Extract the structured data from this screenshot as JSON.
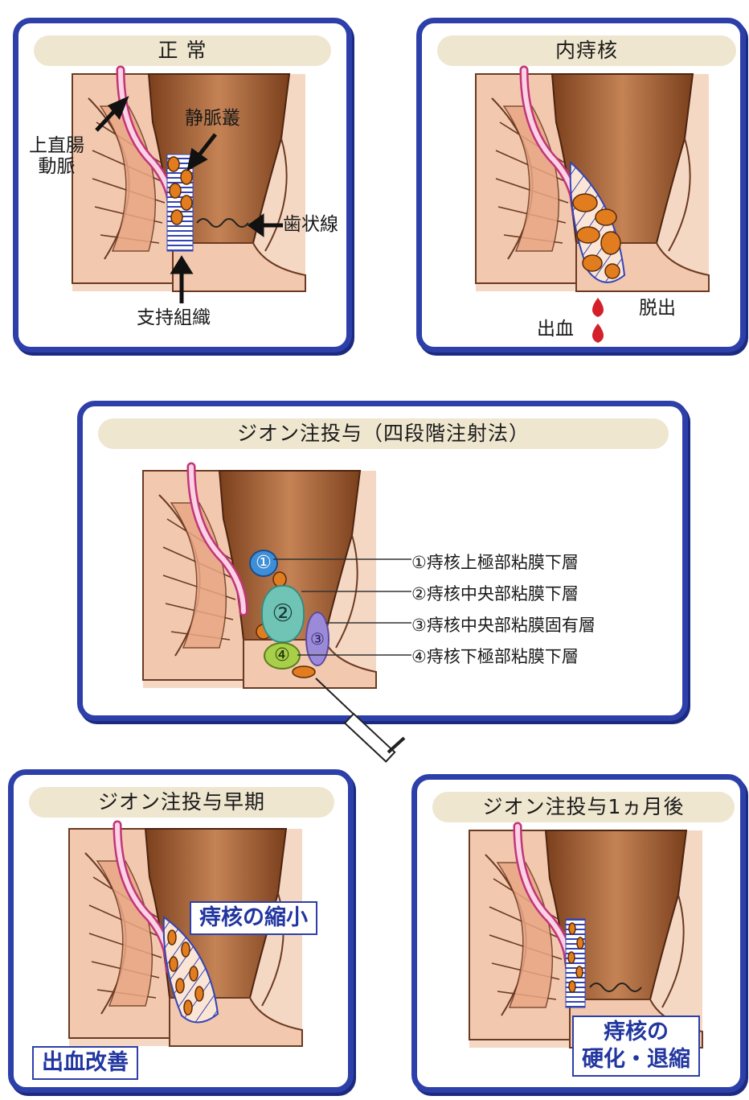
{
  "panels": {
    "normal": {
      "title": "正 常",
      "labels": {
        "superior_rectal_artery": "上直腸\n動脈",
        "venous_plexus": "静脈叢",
        "dentate_line": "歯状線",
        "supporting_tissue": "支持組織"
      }
    },
    "internal": {
      "title": "内痔核",
      "labels": {
        "prolapse": "脱出",
        "bleeding": "出血"
      }
    },
    "injection": {
      "title": "ジオン注投与（四段階注射法）",
      "markers": [
        "①",
        "②",
        "③",
        "④"
      ],
      "steps": [
        "①痔核上極部粘膜下層",
        "②痔核中央部粘膜下層",
        "③痔核中央部粘膜固有層",
        "④痔核下極部粘膜下層"
      ]
    },
    "early": {
      "title": "ジオン注投与早期",
      "labels": {
        "shrink": "痔核の縮小",
        "bleeding_improved": "出血改善"
      }
    },
    "month": {
      "title": "ジオン注投与1ヵ月後",
      "labels": {
        "line1": "痔核の",
        "line2": "硬化・退縮"
      }
    }
  },
  "colors": {
    "panel_border": "#2d3fa8",
    "title_pill": "#efe6cf",
    "tissue": "#f2c8ae",
    "muscle": "#e9a784",
    "canal": "#9a5a32",
    "nodule": "#e27d1f",
    "blood": "#d3202a",
    "artery": "#f4a6c8",
    "marker_1": "#3f8fd8",
    "marker_2": "#6fc4b5",
    "marker_3": "#9b8ad8",
    "marker_4": "#a7cf4a"
  }
}
